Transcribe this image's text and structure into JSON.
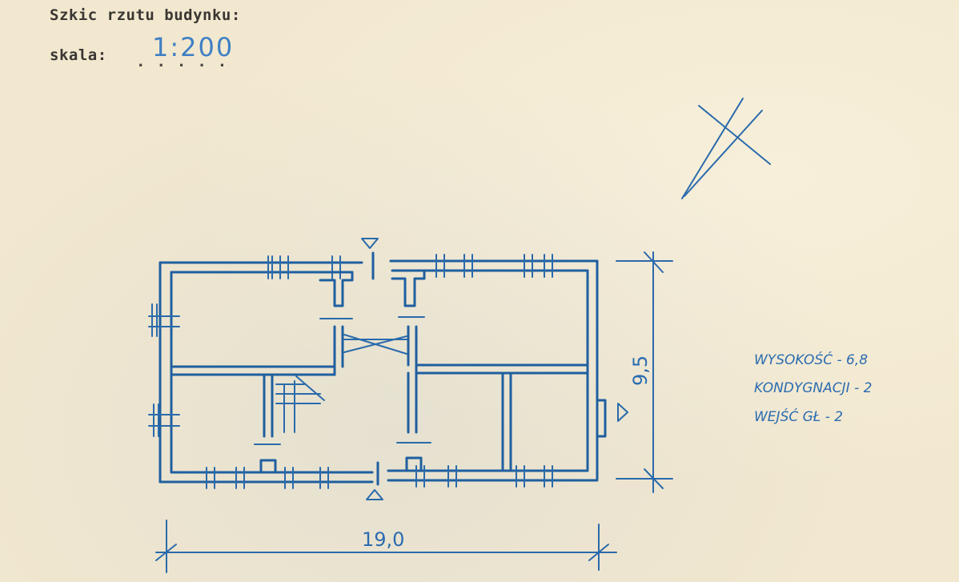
{
  "header": {
    "title": "Szkic rzutu budynku:",
    "scale_label": "skala:",
    "scale_value": "1:200"
  },
  "dimensions": {
    "length": "19,0",
    "width": "9,5"
  },
  "notes": {
    "line1": "WYSOKOŚĆ - 6,8",
    "line2": "KONDYGNACJI - 2",
    "line3": "WEJŚĆ GŁ - 2"
  },
  "colors": {
    "ink": "#1f5f9f",
    "paper": "#f2e8cf",
    "typewriter": "#3a3633"
  },
  "icons": [
    "north-arrow-icon",
    "entrance-triangle-icon"
  ]
}
